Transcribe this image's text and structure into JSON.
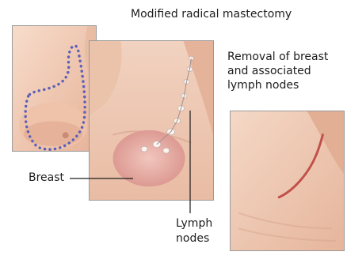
{
  "title": "Modified radical mastectomy",
  "description": [
    "Removal of breast",
    "and associated",
    "lymph nodes"
  ],
  "labels": {
    "breast": "Breast",
    "lymph_nodes": [
      "Lymph",
      "nodes"
    ]
  },
  "colors": {
    "skin": "#f2cbb3",
    "skin_shadow": "#dca48a",
    "incision_dots": "#5b5fb8",
    "breast_tissue": "#e8a9a0",
    "scar": "#c0504a",
    "frame": "#9a9a9a"
  }
}
